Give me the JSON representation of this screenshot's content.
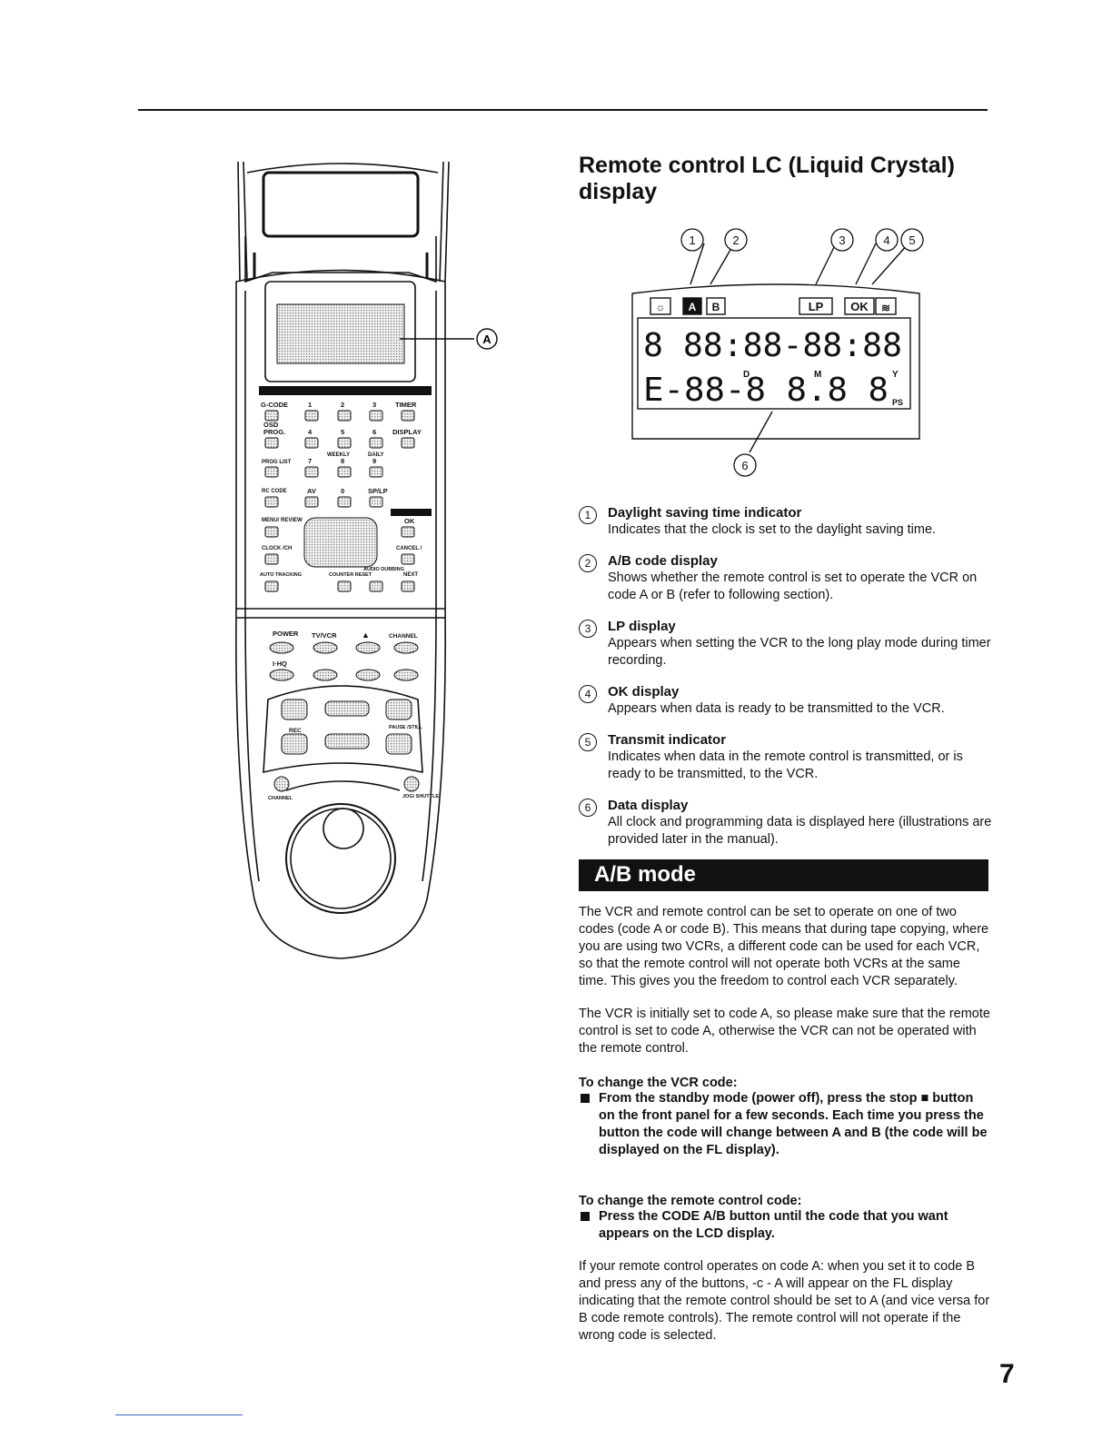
{
  "header": {},
  "title": "Remote control LC (Liquid Crystal) display",
  "remote": {
    "callout": "A",
    "buttons": {
      "gcode": "G-CODE",
      "n1": "1",
      "n2": "2",
      "n3": "3",
      "timer": "TIMER",
      "osd": "OSD",
      "prog": "PROG.",
      "n4": "4",
      "n5": "5",
      "n6": "6",
      "display": "DISPLAY",
      "weekly": "WEEKLY",
      "daily": "DAILY",
      "proglist": "PROG LIST",
      "n7": "7",
      "n8": "8",
      "n9": "9",
      "rccode": "RC CODE",
      "av": "AV",
      "n0": "0",
      "splp": "SP/LP",
      "menu": "MENU/ REVIEW",
      "ok": "OK",
      "clock": "CLOCK /CH",
      "cancel": "CANCEL /",
      "auto": "AUTO TRACKING",
      "counter": "COUNTER RESET",
      "audio": "AUDIO DUBBING",
      "next": "NEXT",
      "power": "POWER",
      "tvvcr": "TV/VCR",
      "eject": "▲",
      "channel": "CHANNEL",
      "ihq": "I·HQ",
      "rec": "REC",
      "pause": "PAUSE /STILL",
      "channel2": "CHANNEL",
      "jog": "JOG/ SHUTTLE"
    }
  },
  "lcd": {
    "callouts": [
      "1",
      "2",
      "3",
      "4",
      "5",
      "6"
    ],
    "a": "A",
    "b": "B",
    "lp": "LP",
    "ok": "OK",
    "row1": "8 88:88-88:88",
    "row2": "E-88-8 8.8 8",
    "d": "D",
    "m": "M",
    "y": "Y",
    "ps": "PS"
  },
  "items": [
    {
      "num": "1",
      "title": "Daylight saving time indicator",
      "desc": "Indicates that the clock is set to the daylight saving time."
    },
    {
      "num": "2",
      "title": "A/B code display",
      "desc": "Shows whether the remote control is set to operate the VCR on code A or B (refer to following section)."
    },
    {
      "num": "3",
      "title": "LP display",
      "desc": "Appears when setting the VCR to the long play mode during timer recording."
    },
    {
      "num": "4",
      "title": "OK display",
      "desc": "Appears when data is ready to be transmitted to the VCR."
    },
    {
      "num": "5",
      "title": "Transmit indicator",
      "desc": "Indicates when data in the remote control is transmitted, or is ready to be transmitted, to the VCR."
    },
    {
      "num": "6",
      "title": "Data display",
      "desc": "All clock and programming data is displayed here (illustrations are provided later in the manual)."
    }
  ],
  "ab_section": {
    "heading": "A/B mode",
    "para1": "The VCR and remote control can be set to operate on one of two codes (code A or code B). This means that during tape copying, where you are using two VCRs, a different code can be used for each VCR, so that the remote control will not operate both VCRs at the same time. This gives you the freedom to control each VCR separately.",
    "para2": "The VCR is initially set to code A, so please make sure that the remote control is set to code A, otherwise the VCR can not be operated with the remote control.",
    "sub1": "To change the VCR code:",
    "bullet1": "From the standby mode (power off), press the stop ■ button on the front panel for a few seconds. Each time you press the button the code will change between A and B (the code will be displayed on the FL display).",
    "sub2": "To change the remote control code:",
    "bullet2": "Press the CODE A/B button until the code that you want appears on the LCD display.",
    "para3": "If your remote control operates on code A: when you set it to code B and press any of the buttons, -c - A will appear on the FL display indicating that the remote control should be set to A (and vice versa for B code remote controls). The remote control will not operate if the wrong code is selected."
  },
  "page_number": "7"
}
